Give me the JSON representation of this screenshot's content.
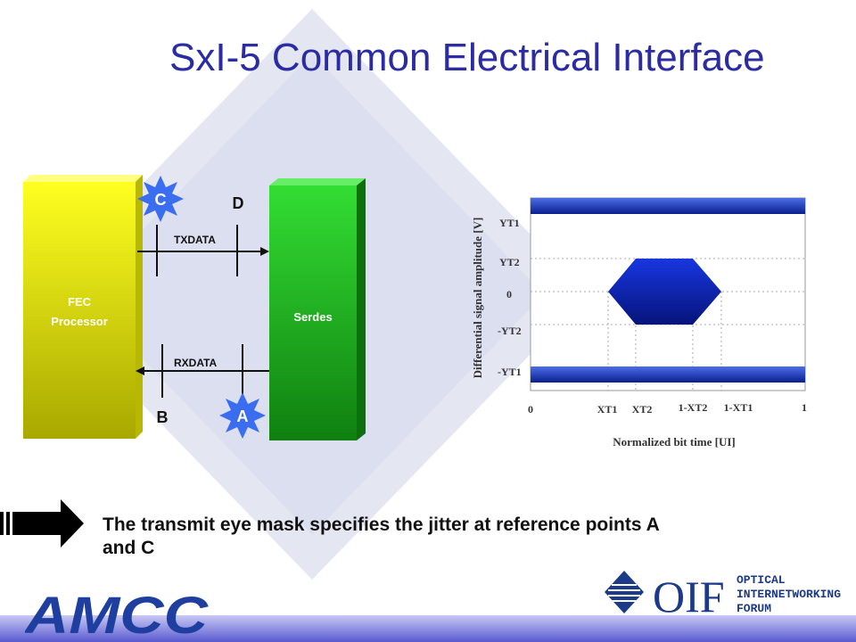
{
  "slide": {
    "title": "SxI-5  Common Electrical Interface",
    "bullet": "The transmit eye mask specifies the jitter at reference points A and C"
  },
  "block_diagram": {
    "fec_label_line1": "FEC",
    "fec_label_line2": "Processor",
    "serdes_label": "Serdes",
    "txdata_label": "TXDATA",
    "rxdata_label": "RXDATA",
    "point_c": "C",
    "point_d": "D",
    "point_b": "B",
    "point_a": "A"
  },
  "eye_mask": {
    "ylabel": "Differential signal amplitude [V]",
    "xlabel": "Normalized bit time [UI]",
    "y_ticks": [
      "YT1",
      "YT2",
      "0",
      "-YT2",
      "-YT1"
    ],
    "x_ticks": [
      "0",
      "XT1",
      "XT2",
      "1-XT2",
      "1-XT1",
      "1"
    ]
  },
  "logos": {
    "amcc": "AMCC",
    "oif_short": "OIF",
    "oif_line1": "OPTICAL",
    "oif_line2": "INTERNETWORKING",
    "oif_line3": "FORUM"
  },
  "colors": {
    "title": "#2b2ba3",
    "fec_block": "#e6e600",
    "serdes_block": "#22b022",
    "eye_mask": "#0a1fa8",
    "starburst": "#3a6df0"
  }
}
